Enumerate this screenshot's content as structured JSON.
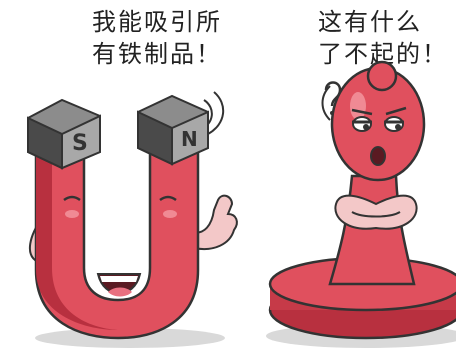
{
  "magnet": {
    "speech_line1": "我能吸引所",
    "speech_line2": "有铁制品！",
    "pole_s": "S",
    "pole_n": "N"
  },
  "stamp": {
    "speech_line1": "这有什么",
    "speech_line2": "了不起的！"
  },
  "colors": {
    "body_red": "#e0505e",
    "dark_red": "#b8303f",
    "pole_gray": "#8c8c8c",
    "pole_dark": "#4a4a4a",
    "skin_pink": "#f3c8c8",
    "text": "#222222"
  }
}
